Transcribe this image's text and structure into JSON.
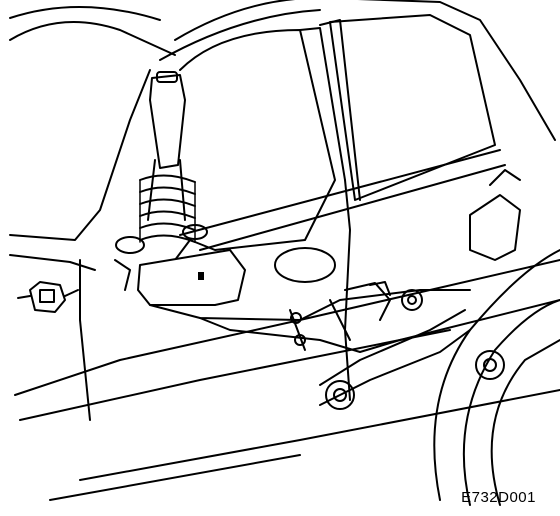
{
  "figure": {
    "code": "E732D001",
    "parts": [
      "car-body-outline",
      "front-door",
      "rear-door",
      "shock-absorber",
      "coil-spring",
      "subframe",
      "control-arm",
      "rear-wheel",
      "engine-mount"
    ]
  }
}
